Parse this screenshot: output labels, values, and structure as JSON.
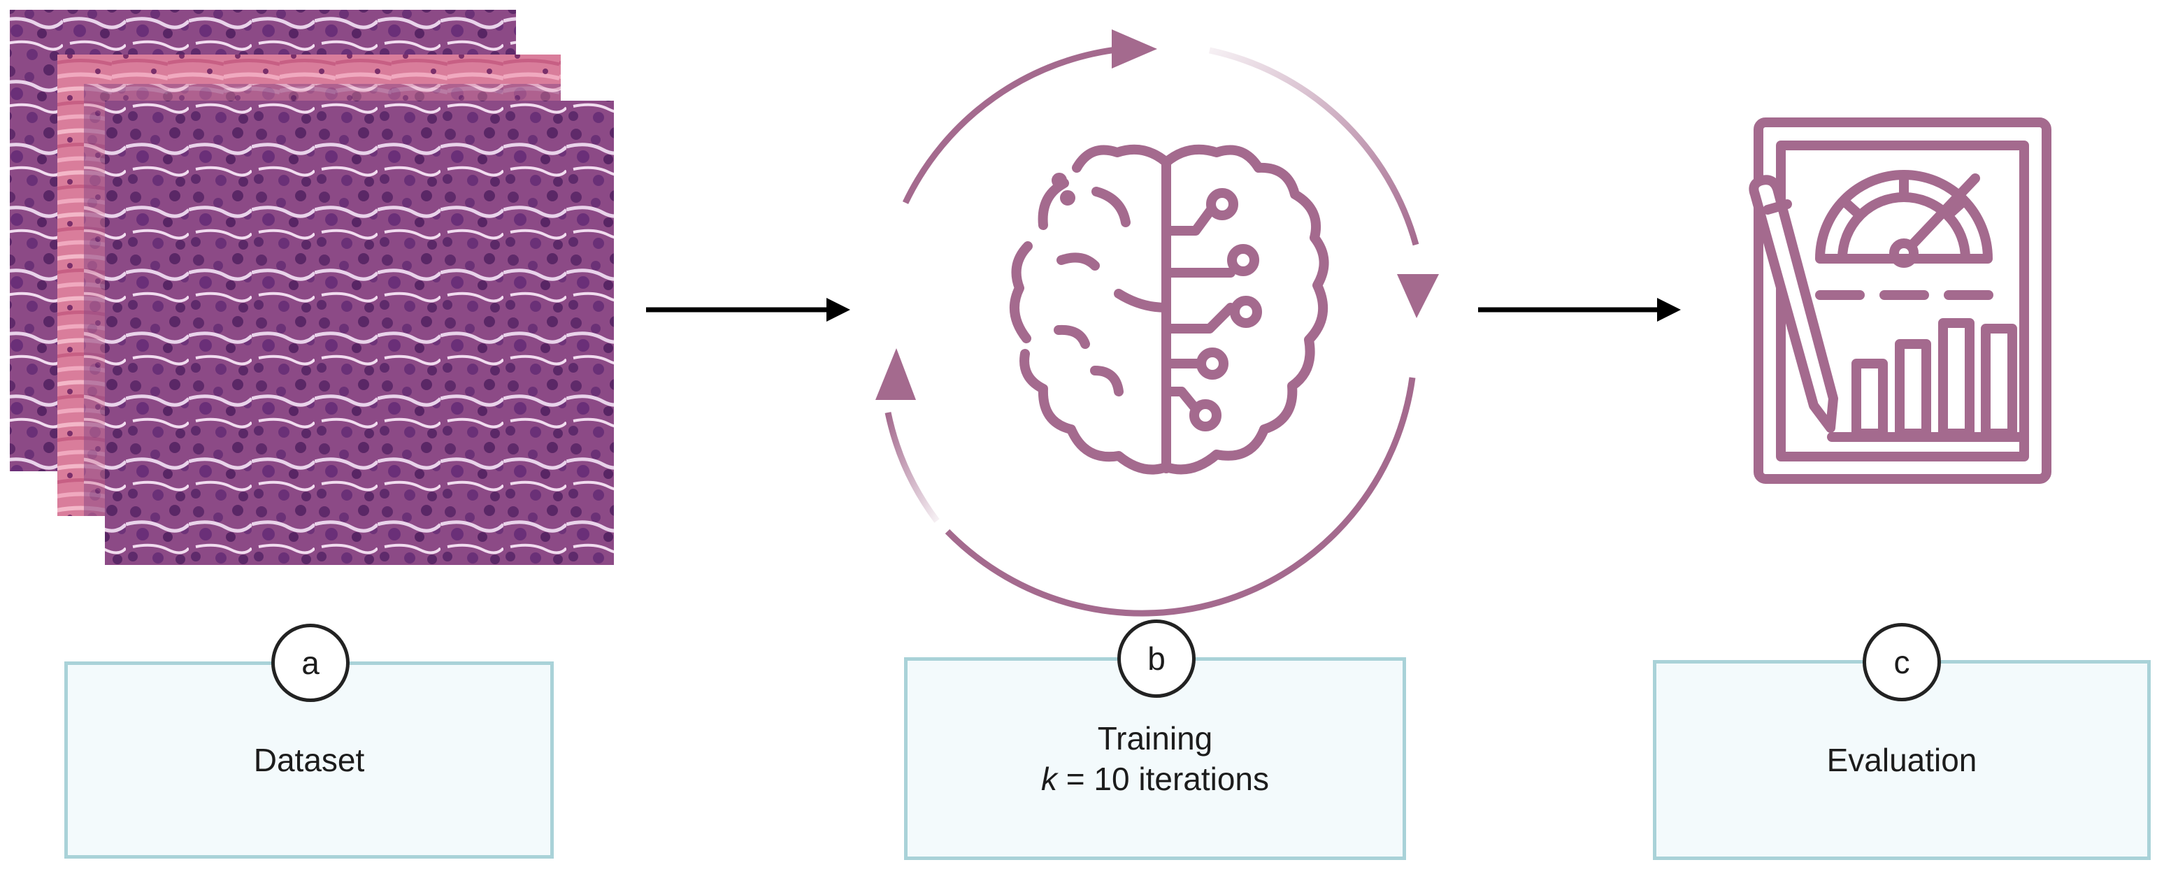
{
  "steps": [
    {
      "badge": "a",
      "label": "Dataset"
    },
    {
      "badge": "b",
      "label_line1": "Training",
      "label_k": "k",
      "label_rest": " = 10 iterations"
    },
    {
      "badge": "c",
      "label": "Evaluation"
    }
  ],
  "icons": [
    "histology-tile-stack",
    "refresh-cycle-icon",
    "brain-circuit-icon",
    "report-clipboard-icon"
  ],
  "colors": {
    "accent": "#a46a8e",
    "box_fill": "#f3fafc",
    "box_border": "#a9d2d8",
    "arrow": "#000000"
  }
}
